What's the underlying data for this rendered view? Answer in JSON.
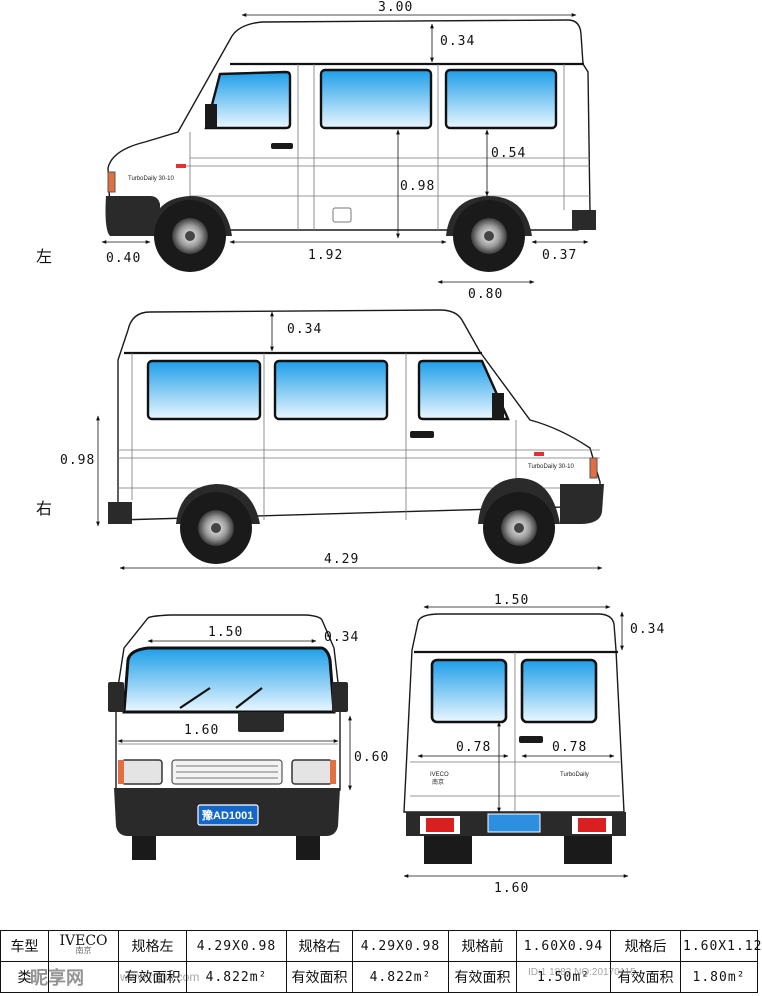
{
  "views": {
    "left": {
      "side_label": "左",
      "dims": {
        "overall_width": "3.00",
        "roof_height": "0.34",
        "rear_window_height": "0.54",
        "body_height": "0.98",
        "front_overhang": "0.40",
        "wheelbase_span": "1.92",
        "rear_overhang": "0.37",
        "rear_wheel_span": "0.80"
      },
      "badge": "TurboDaily 30-10"
    },
    "right": {
      "side_label": "右",
      "dims": {
        "roof_height": "0.34",
        "body_height": "0.98",
        "overall_length": "4.29"
      },
      "badge": "TurboDaily 30-10"
    },
    "front": {
      "dims": {
        "roof_width": "1.50",
        "roof_height": "0.34",
        "body_width": "1.60",
        "side_height": "0.60"
      },
      "plate": "豫AD1001"
    },
    "rear": {
      "dims": {
        "roof_width": "1.50",
        "roof_height": "0.34",
        "left_door_width": "0.78",
        "right_door_width": "0.78",
        "body_width": "1.60"
      },
      "badge_left": "IVECO",
      "badge_left_cn": "南京",
      "badge_right": "TurboDaily"
    }
  },
  "table": {
    "row1": {
      "label": "车型",
      "brand": "IVECO",
      "brand_cn": "南京",
      "left_label": "规格左",
      "left_value": "4.29X0.98",
      "right_label": "规格右",
      "right_value": "4.29X0.98",
      "front_label": "规格前",
      "front_value": "1.60X0.94",
      "rear_label": "规格后",
      "rear_value": "1.60X1.12"
    },
    "row2": {
      "label": "类",
      "brand": "",
      "area_label_1": "有效面积",
      "area_value_1": "4.822m²",
      "area_label_2": "有效面积",
      "area_value_2": "4.822m²",
      "area_label_3": "有效面积",
      "area_value_3": "1.50m²",
      "area_label_4": "有效面积",
      "area_value_4": "1.80m²"
    }
  },
  "watermark": {
    "logo": "昵享网",
    "url": "www.nipic.com",
    "id": "ID:1 1883 NO:20170115"
  },
  "colors": {
    "body": "#ffffff",
    "outline": "#1a1a1a",
    "glass_top": "#1e9ee8",
    "glass_bottom": "#e9f6ff",
    "bumper": "#2a2a2a",
    "plate": "#1566c9"
  }
}
